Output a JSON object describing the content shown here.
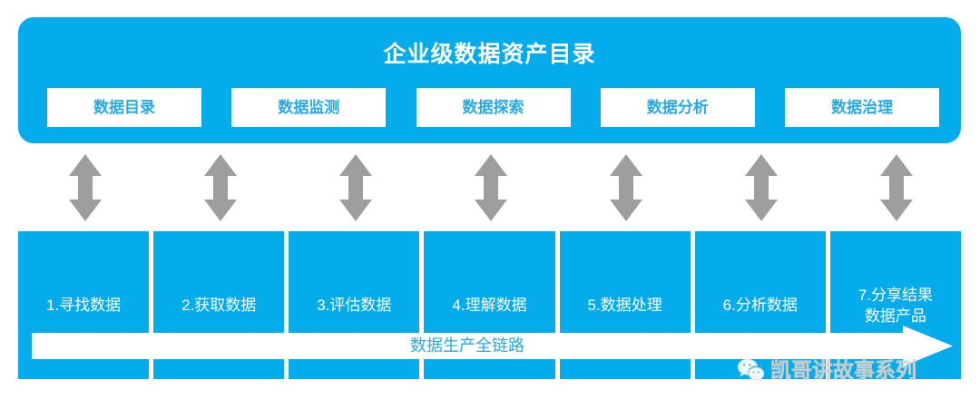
{
  "platform": {
    "title": "企业级数据资产目录",
    "capabilities": [
      {
        "label": "数据目录"
      },
      {
        "label": "数据监测"
      },
      {
        "label": "数据探索"
      },
      {
        "label": "数据分析"
      },
      {
        "label": "数据治理"
      }
    ]
  },
  "connectors": {
    "icon": "double-headed-vertical-arrow-icon",
    "count": 7,
    "color": "#9E9E9E"
  },
  "pipeline": {
    "steps": [
      {
        "label": "1.寻找数据"
      },
      {
        "label": "2.获取数据"
      },
      {
        "label": "3.评估数据"
      },
      {
        "label": "4.理解数据"
      },
      {
        "label": "5.数据处理"
      },
      {
        "label": "6.分析数据"
      },
      {
        "label": "7.分享结果\n数据产品"
      }
    ],
    "lifecycle_label": "数据生产全链路",
    "lifecycle_icon": "right-arrow-banner-icon"
  },
  "watermark": {
    "text": "凯哥讲故事系列",
    "icon": "wechat-icon"
  },
  "colors": {
    "brand_blue": "#05ACEC",
    "text_blue": "#29A9E8",
    "arrow_gray": "#9E9E9E",
    "white": "#FFFFFF",
    "watermark_gray": "#D8D8D8"
  }
}
